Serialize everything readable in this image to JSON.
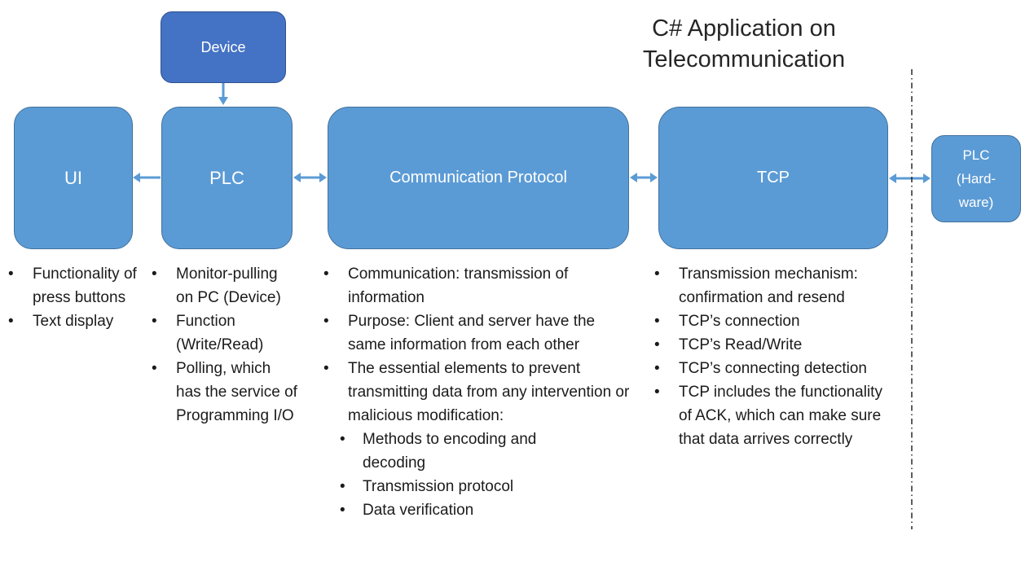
{
  "title": {
    "line1": "C# Application on",
    "line2": "Telecommunication"
  },
  "colors": {
    "box_fill": "#5B9BD5",
    "box_border": "#41719C",
    "device_fill": "#4472C4",
    "device_border": "#2F528F",
    "arrow": "#5B9BD5",
    "divider": "#1a1a1a",
    "body_text": "#1b1b1b",
    "box_text": "#ffffff"
  },
  "boxes": {
    "device": {
      "label": "Device"
    },
    "ui": {
      "label": "UI"
    },
    "plc": {
      "label": "PLC"
    },
    "comm": {
      "label": "Communication Protocol"
    },
    "tcp": {
      "label": "TCP"
    },
    "plc_hw": {
      "lines": [
        "PLC",
        "(Hard-",
        "ware)"
      ]
    }
  },
  "notes": {
    "ui": {
      "items": [
        "Functionality of press buttons",
        "Text display"
      ]
    },
    "plc": {
      "items": [
        "Monitor-pulling on PC (Device)",
        "Function (Write/Read)",
        "Polling, which has the service of Programming I/O"
      ]
    },
    "comm": {
      "items": [
        "Communication: transmission of information",
        "Purpose: Client and server have the same information from each other",
        "The essential elements to prevent transmitting data from any intervention or malicious modification:"
      ],
      "subitems": [
        "Methods to encoding and decoding",
        "Transmission protocol",
        "Data verification"
      ]
    },
    "tcp": {
      "items": [
        "Transmission mechanism: confirmation and resend",
        "TCP’s connection",
        "TCP’s Read/Write",
        "TCP’s connecting detection",
        "TCP includes the functionality of ACK, which can make sure that data arrives correctly"
      ]
    }
  }
}
